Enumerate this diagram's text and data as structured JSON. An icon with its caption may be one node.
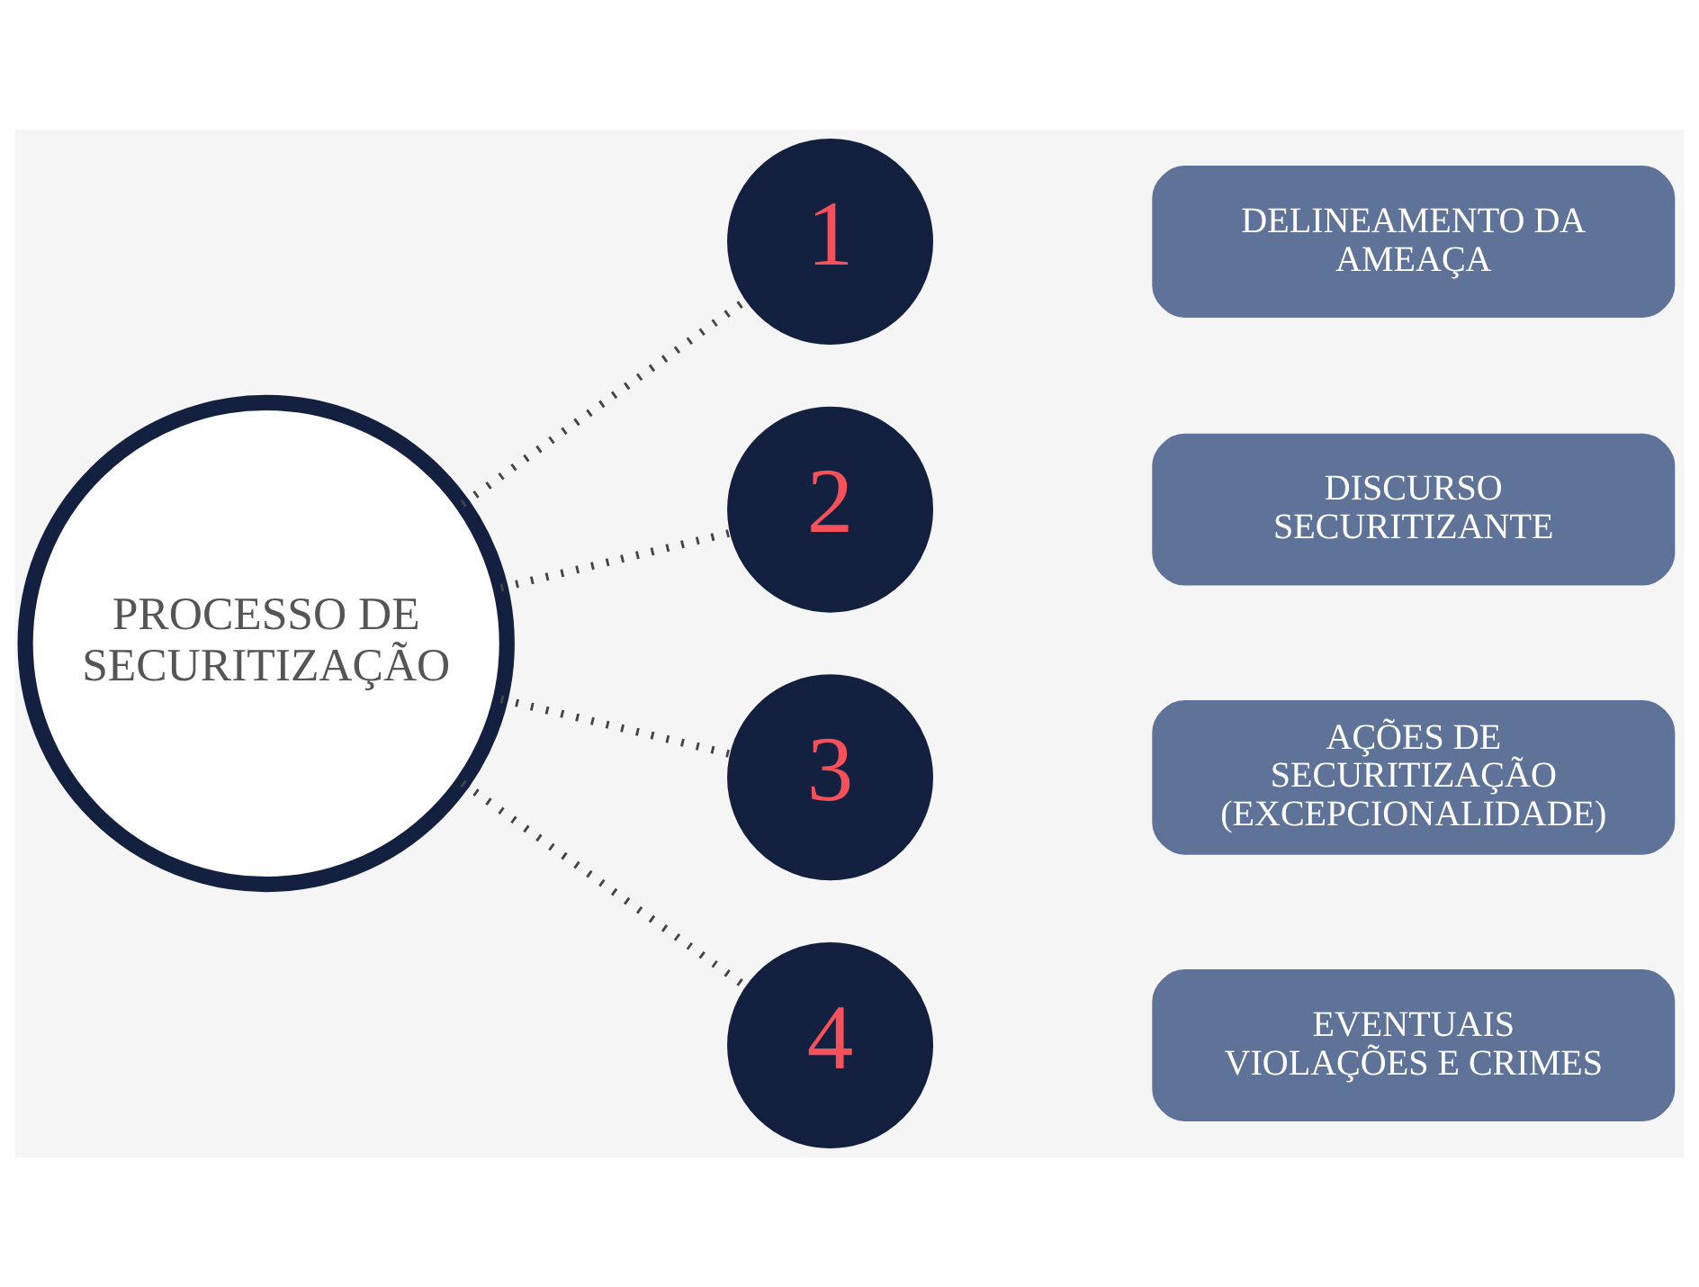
{
  "diagram": {
    "nodes": [
      {
        "text": [
          "PROCESSO DE SECURITIZAÇÃO"
        ]
      },
      {
        "text": [
          "1"
        ]
      },
      {
        "text": [
          "DELINEAMENTO DA AMEAÇA"
        ]
      },
      {
        "text": [
          "2"
        ]
      },
      {
        "text": [
          "DISCURSO SECURITIZANTE"
        ]
      },
      {
        "text": [
          "3"
        ]
      },
      {
        "text": [
          "AÇÕES DE SECURITIZAÇÃO (EXCEPCIONALIDADE)"
        ]
      },
      {
        "text": [
          "4"
        ]
      },
      {
        "text": [
          "EVENTUAIS VIOLAÇÕES E CRIMES"
        ]
      }
    ],
    "edges": [
      {
        "from": 0,
        "to": 1,
        "arrow": "none",
        "style": "dashed"
      },
      {
        "from": 0,
        "to": 3,
        "arrow": "none",
        "style": "dashed"
      },
      {
        "from": 0,
        "to": 5,
        "arrow": "none",
        "style": "dashed"
      },
      {
        "from": 0,
        "to": 7,
        "arrow": "none",
        "style": "dashed"
      }
    ]
  }
}
